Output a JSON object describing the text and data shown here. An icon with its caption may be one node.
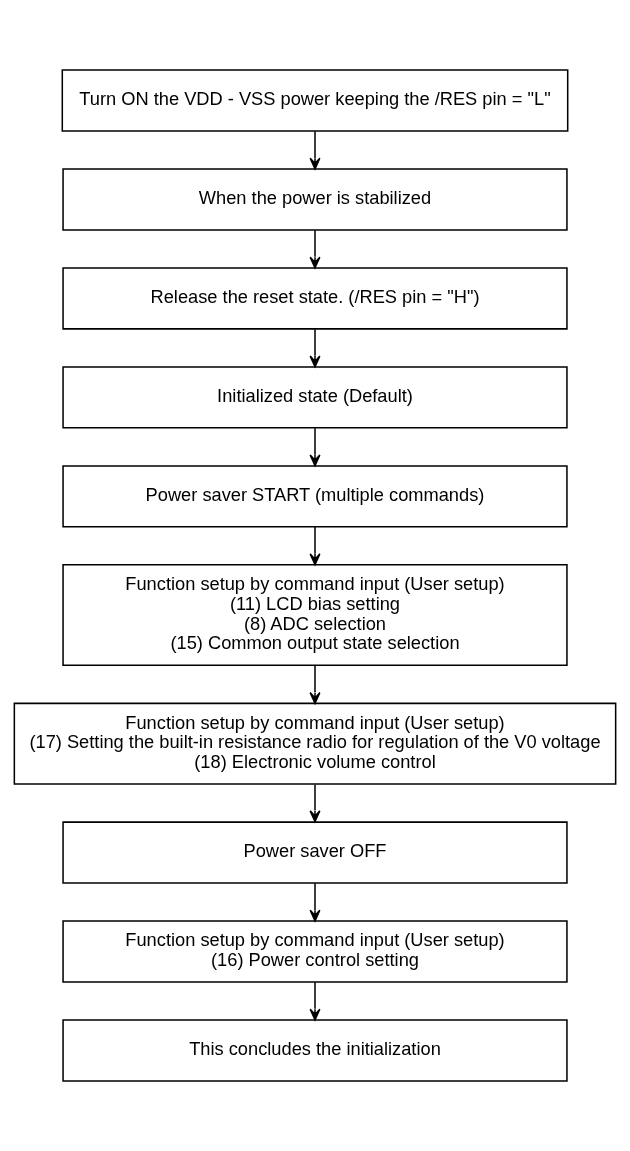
{
  "diagram": {
    "nodes": [
      {
        "text": [
          "Turn ON the VDD - VSS power keeping the /RES pin = \"L\""
        ]
      },
      {
        "text": [
          "When the power is stabilized"
        ]
      },
      {
        "text": [
          "Release the reset state. (/RES pin = \"H\")"
        ]
      },
      {
        "text": [
          "Initialized state (Default)"
        ]
      },
      {
        "text": [
          "Power saver START (multiple commands)"
        ]
      },
      {
        "text": [
          "Function setup by command input (User setup)",
          "(11) LCD bias setting",
          "(8) ADC selection",
          "(15) Common output state selection"
        ]
      },
      {
        "text": [
          "Function setup by command input (User setup)",
          "(17) Setting the built-in resistance radio for regulation of the V0 voltage",
          "(18) Electronic volume control"
        ]
      },
      {
        "text": [
          "Power saver OFF"
        ]
      },
      {
        "text": [
          "Function setup by command input (User setup)",
          "(16) Power control setting"
        ]
      },
      {
        "text": [
          "This concludes the initialization"
        ]
      }
    ],
    "edges": [
      {
        "from": 0,
        "to": 1,
        "arrow": "to"
      },
      {
        "from": 1,
        "to": 2,
        "arrow": "to"
      },
      {
        "from": 2,
        "to": 3,
        "arrow": "to"
      },
      {
        "from": 3,
        "to": 4,
        "arrow": "to"
      },
      {
        "from": 4,
        "to": 5,
        "arrow": "to"
      },
      {
        "from": 5,
        "to": 6,
        "arrow": "to"
      },
      {
        "from": 6,
        "to": 7,
        "arrow": "to"
      },
      {
        "from": 7,
        "to": 8,
        "arrow": "to"
      },
      {
        "from": 8,
        "to": 9,
        "arrow": "to"
      }
    ]
  }
}
